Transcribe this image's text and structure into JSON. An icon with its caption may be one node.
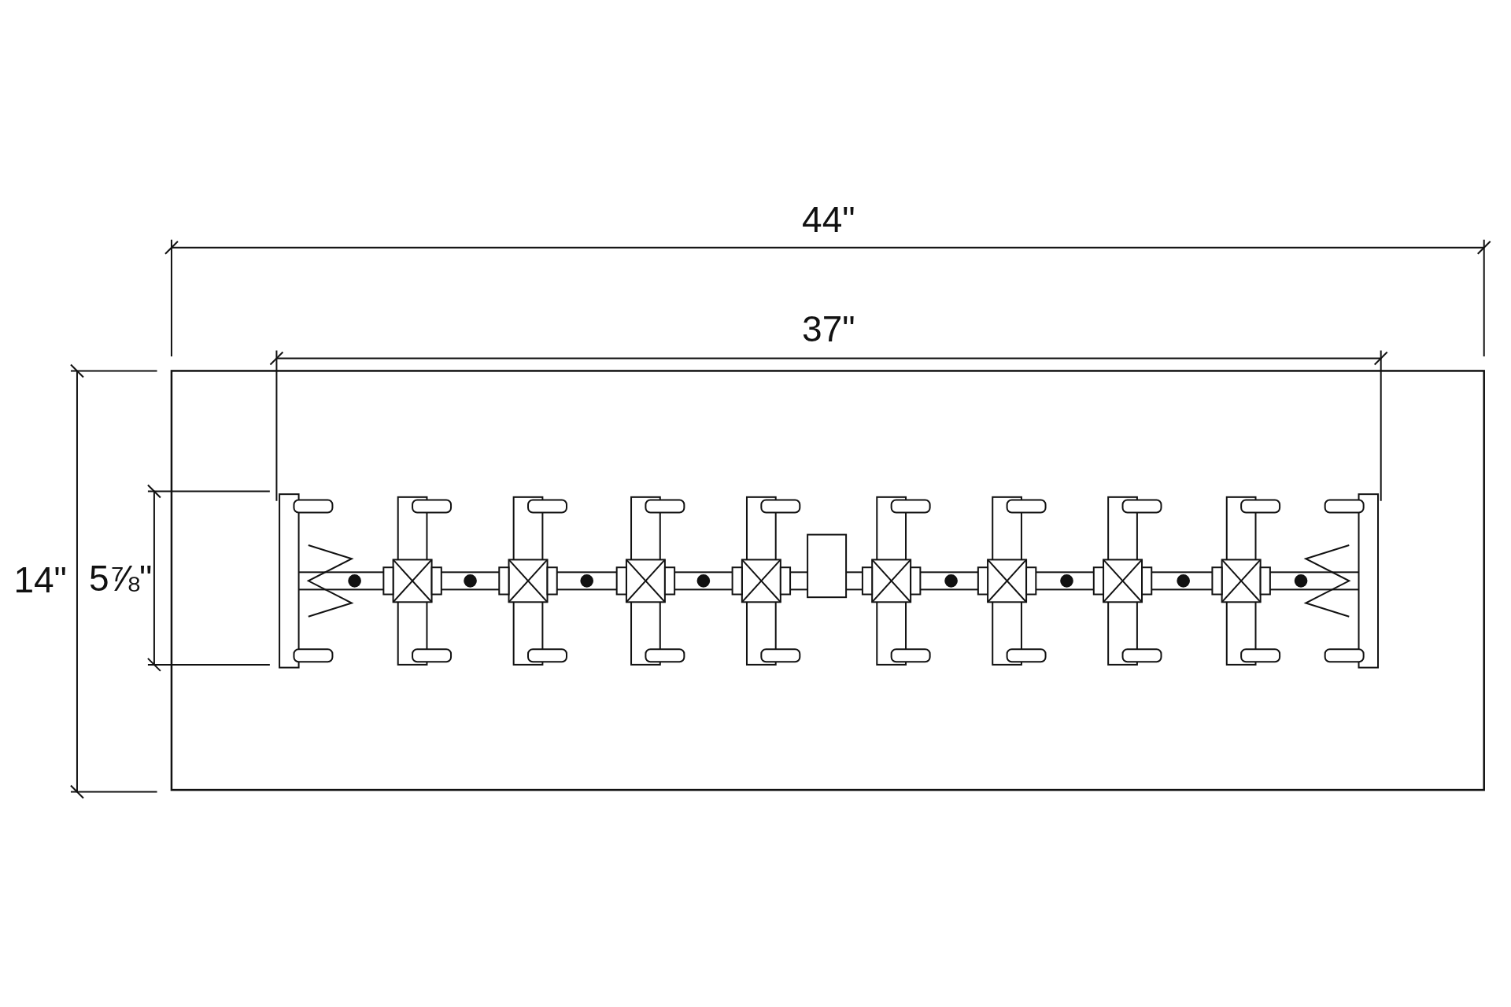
{
  "diagram": {
    "labels": [
      "44\"",
      "37\"",
      "14\"",
      "5⅞\""
    ]
  }
}
